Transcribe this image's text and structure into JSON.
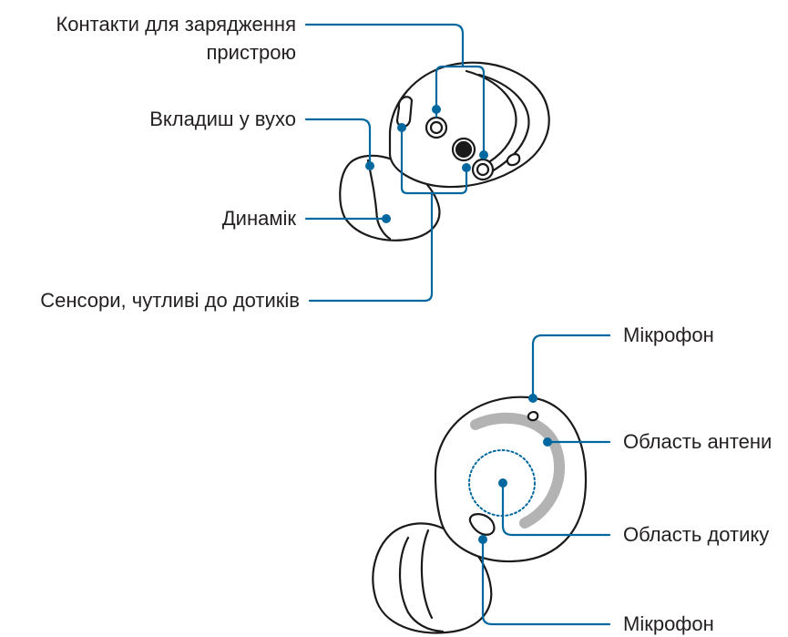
{
  "colors": {
    "callout": "#00689f",
    "outline": "#1a1a1a",
    "antenna": "#b3b3b3",
    "text": "#231f20"
  },
  "top_view": {
    "charging_contacts": {
      "line1": "Контакти для зарядження",
      "line2": "пристрою"
    },
    "ear_tip": "Вкладиш у вухо",
    "speaker": "Динамік",
    "touch_sensors": "Сенсори, чутливі до дотиків"
  },
  "front_view": {
    "microphone_top": "Мікрофон",
    "antenna_area": "Область антени",
    "touch_area": "Область дотику",
    "microphone_bottom": "Мікрофон"
  }
}
